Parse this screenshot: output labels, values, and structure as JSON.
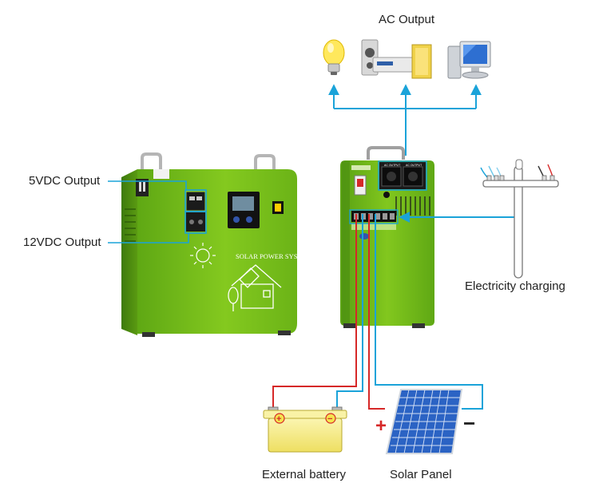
{
  "labels": {
    "ac_output": "AC Output",
    "vdc5_output": "5VDC Output",
    "vdc12_output": "12VDC Output",
    "electricity_charging": "Electricity charging",
    "external_battery": "External battery",
    "solar_panel": "Solar Panel"
  },
  "unit_front": {
    "panel_text": "SOLAR POWER SYSTEM"
  },
  "unit_back": {
    "socket_labels": [
      "AC OUTPUT",
      "AC OUTPUT"
    ]
  },
  "battery": {
    "plus": "+",
    "minus": "−"
  },
  "panel_polarity": {
    "plus": "+",
    "minus": "−"
  },
  "icons": [
    "light-bulb-icon",
    "stereo-system-icon",
    "desktop-computer-icon",
    "utility-pole-icon"
  ],
  "colors": {
    "device_green": "#7ac21c",
    "device_green_dark": "#4f8a10",
    "wire_blue": "#1aa3d9",
    "wire_red": "#d62828",
    "battery_yellow": "#f7ec8a",
    "panel_blue": "#2b63c4"
  }
}
